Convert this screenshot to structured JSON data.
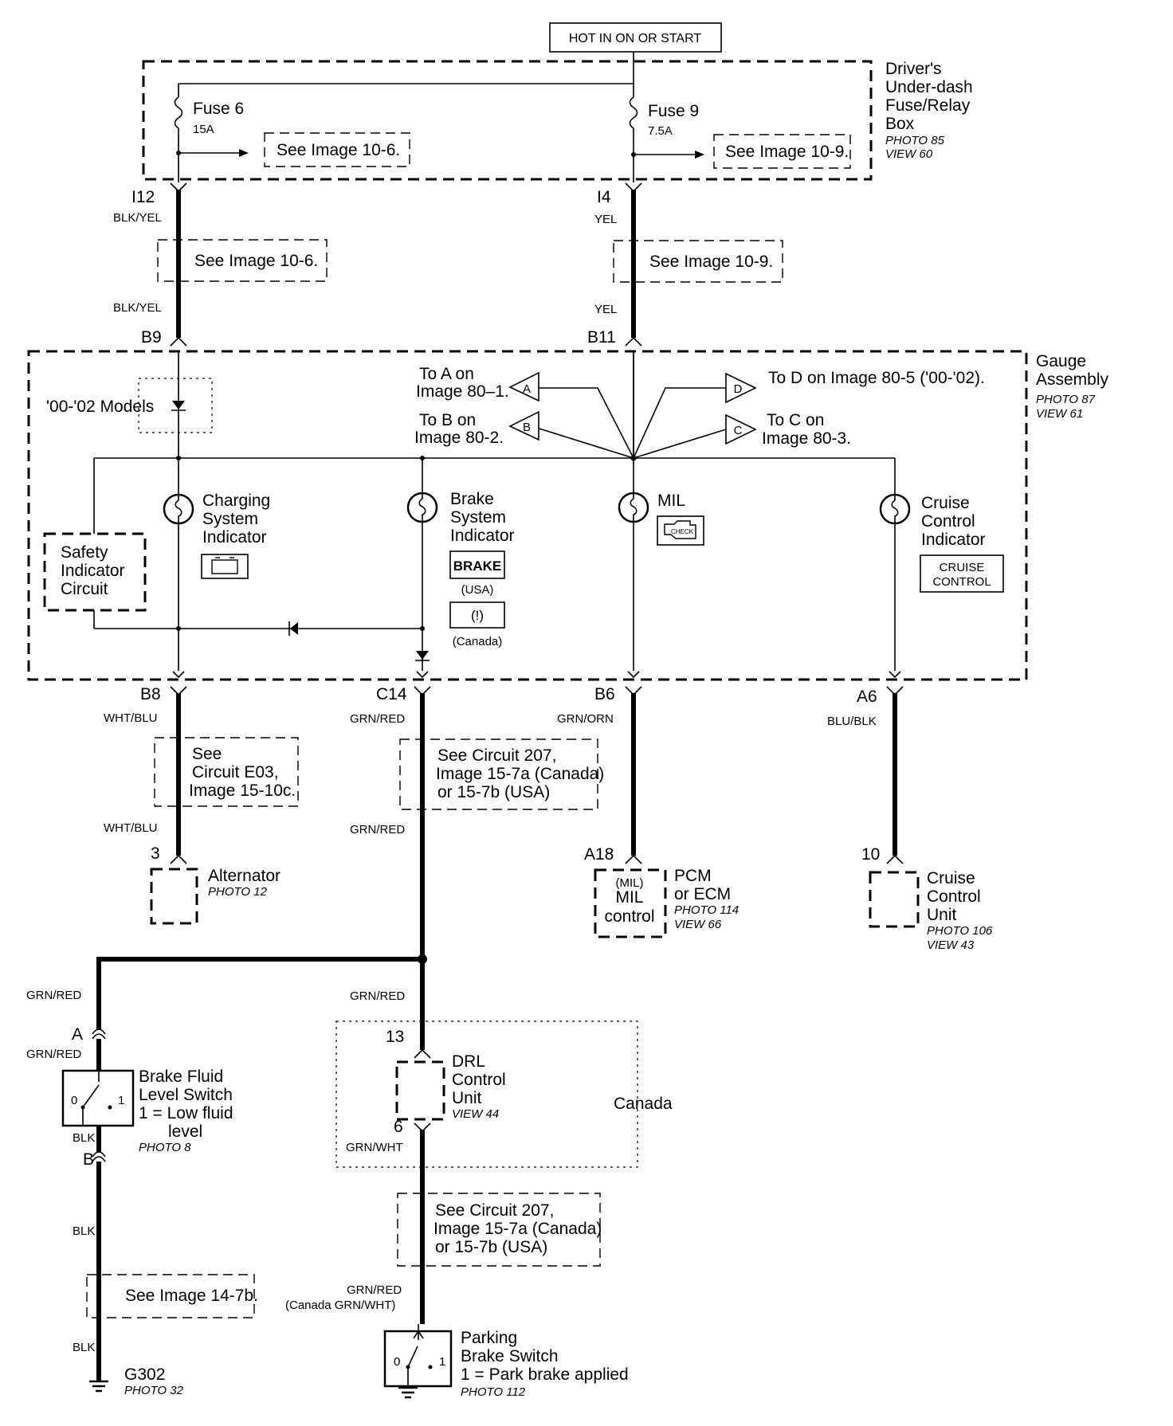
{
  "source": "HOT IN ON OR START",
  "fuse_box": {
    "title_lines": [
      "Driver's",
      "Under-dash",
      "Fuse/Relay",
      "Box"
    ],
    "photo": "PHOTO 85",
    "view": "VIEW 60",
    "fuse6": {
      "name": "Fuse 6",
      "rating": "15A",
      "ref": "See Image 10-6."
    },
    "fuse9": {
      "name": "Fuse 9",
      "rating": "7.5A",
      "ref": "See Image 10-9."
    }
  },
  "upper_left": {
    "connector": "I12",
    "wire_top": "BLK/YEL",
    "ref": "See Image 10-6.",
    "wire_bottom": "BLK/YEL",
    "pin": "B9"
  },
  "upper_right": {
    "connector": "I4",
    "wire_top": "YEL",
    "ref": "See Image 10-9.",
    "wire_bottom": "YEL",
    "pin": "B11"
  },
  "gauge": {
    "title_lines": [
      "Gauge",
      "Assembly"
    ],
    "photo": "PHOTO 87",
    "view": "VIEW 61",
    "models_note": "'00-'02 Models",
    "to_a": {
      "lines": [
        "To A on",
        "Image 80–1."
      ],
      "letter": "A"
    },
    "to_b": {
      "lines": [
        "To B on",
        "Image 80-2."
      ],
      "letter": "B"
    },
    "to_c": {
      "lines": [
        "To C on",
        "Image 80-3."
      ],
      "letter": "C"
    },
    "to_d": {
      "lines": [
        "To D on Image 80-5 ('00-'02)."
      ],
      "letter": "D"
    },
    "safety": [
      "Safety",
      "Indicator",
      "Circuit"
    ],
    "charging": [
      "Charging",
      "System",
      "Indicator"
    ],
    "brake": [
      "Brake",
      "System",
      "Indicator"
    ],
    "brake_badge": "BRAKE",
    "usa": "(USA)",
    "canada_symbol": "(!)",
    "canada": "(Canada)",
    "mil": "MIL",
    "mil_badge": "CHECK",
    "cruise": [
      "Cruise",
      "Control",
      "Indicator"
    ],
    "cruise_badge": [
      "CRUISE",
      "CONTROL"
    ]
  },
  "pins_bottom": {
    "b8": {
      "pin": "B8",
      "wire": "WHT/BLU"
    },
    "c14": {
      "pin": "C14",
      "wire": "GRN/RED"
    },
    "b6": {
      "pin": "B6",
      "wire": "GRN/ORN"
    },
    "a6": {
      "pin": "A6",
      "wire": "BLU/BLK"
    }
  },
  "alternator_branch": {
    "ref": [
      "See",
      "Circuit E03,",
      "Image 15-10c."
    ],
    "wire": "WHT/BLU",
    "pin": "3",
    "name": "Alternator",
    "photo": "PHOTO 12"
  },
  "brake_branch": {
    "ref": [
      "See Circuit 207,",
      "Image 15-7a (Canada)",
      "or 15-7b (USA)"
    ],
    "wire": "GRN/RED"
  },
  "pcm": {
    "pin": "A18",
    "inner": [
      "(MIL)",
      "MIL",
      "control"
    ],
    "name_lines": [
      "PCM",
      "or ECM"
    ],
    "photo": "PHOTO 114",
    "view": "VIEW 66"
  },
  "cruise_unit": {
    "pin": "10",
    "name_lines": [
      "Cruise",
      "Control",
      "Unit"
    ],
    "photo": "PHOTO 106",
    "view": "VIEW 43"
  },
  "fluid_switch": {
    "wire_top": "GRN/RED",
    "conn_a": "A",
    "wire_a": "GRN/RED",
    "name_lines": [
      "Brake Fluid",
      "Level Switch",
      "1 = Low fluid",
      "level"
    ],
    "photo": "PHOTO 8",
    "pos0": "0",
    "pos1": "1",
    "wire_b": "BLK",
    "conn_b": "B",
    "wire_mid": "BLK",
    "ref": "See Image 14-7b.",
    "wire_bottom": "BLK",
    "ground": "G302",
    "ground_photo": "PHOTO 32"
  },
  "drl": {
    "wire_top": "GRN/RED",
    "pin_top": "13",
    "name_lines": [
      "DRL",
      "Control",
      "Unit"
    ],
    "view": "VIEW 44",
    "region": "Canada",
    "pin_bottom": "6",
    "wire_bottom": "GRN/WHT",
    "ref": [
      "See Circuit 207,",
      "Image 15-7a (Canada)",
      "or 15-7b (USA)"
    ],
    "wire_final": [
      "GRN/RED",
      "(Canada GRN/WHT)"
    ]
  },
  "parking_switch": {
    "name_lines": [
      "Parking",
      "Brake Switch",
      "1 = Park brake applied"
    ],
    "photo": "PHOTO 112",
    "pos0": "0",
    "pos1": "1"
  }
}
